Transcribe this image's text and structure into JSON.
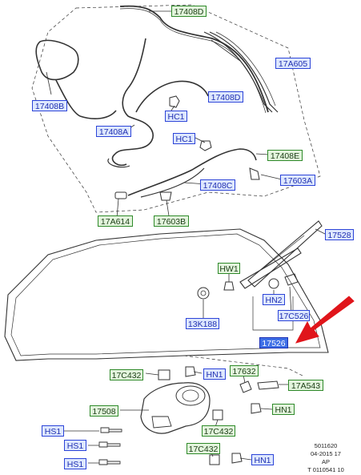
{
  "labels": {
    "l17408D_top": "17408D",
    "l17A605": "17A605",
    "l17408B": "17408B",
    "l17408D_mid": "17408D",
    "lHC1_a": "HC1",
    "l17408A": "17408A",
    "lHC1_b": "HC1",
    "l17408E": "17408E",
    "l17603A": "17603A",
    "l17408C": "17408C",
    "l17A614": "17A614",
    "l17603B": "17603B",
    "l17528": "17528",
    "lHW1": "HW1",
    "lHN2": "HN2",
    "l17C526": "17C526",
    "l13K188": "13K188",
    "l17526": "17526",
    "l17C432_a": "17C432",
    "lHN1_a": "HN1",
    "l17632": "17632",
    "l17A543": "17A543",
    "l17508": "17508",
    "lHN1_b": "HN1",
    "lHS1_a": "HS1",
    "l17C432_b": "17C432",
    "lHS1_b": "HS1",
    "l17C432_c": "17C432",
    "lHS1_c": "HS1",
    "lHN1_c": "HN1"
  },
  "colors": {
    "blue_box": "#dde7ff",
    "green_box": "#e2f4dc",
    "selected_box": "#3e6fe6",
    "arrow": "#e0151b"
  },
  "footer": {
    "line1": "5011620",
    "line2": "04-2015 17",
    "line3": "AP",
    "line4": "T 0110541 10"
  }
}
